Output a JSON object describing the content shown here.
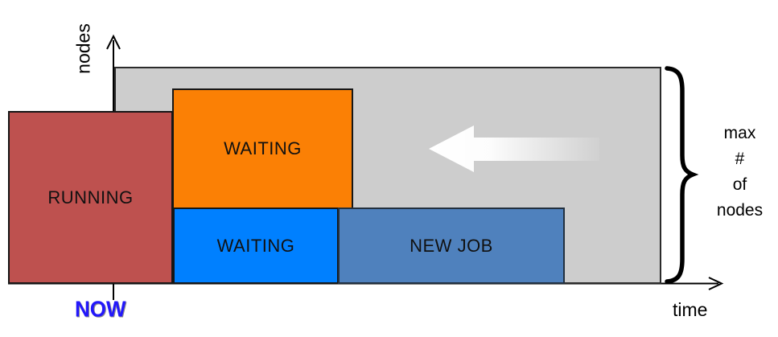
{
  "axes": {
    "y_label": "nodes",
    "x_label": "time",
    "now_marker": "NOW"
  },
  "boxes": {
    "running": {
      "label": "RUNNING",
      "color": "#be514f"
    },
    "waiting_top": {
      "label": "WAITING",
      "color": "#fb8005"
    },
    "waiting_bottom": {
      "label": "WAITING",
      "color": "#0080ff"
    },
    "new_job": {
      "label": "NEW JOB",
      "color": "#4f81bd"
    }
  },
  "capacity_region": {
    "color": "#cdcdcd",
    "meaning_note": ""
  },
  "annotation": {
    "brace_lines": [
      "max",
      "#",
      "of",
      "nodes"
    ]
  },
  "icons": {
    "backfill_arrow": "left-arrow-icon"
  },
  "colors": {
    "now_text": "#2318fb",
    "axis": "#000000",
    "box_border": "#161616"
  }
}
